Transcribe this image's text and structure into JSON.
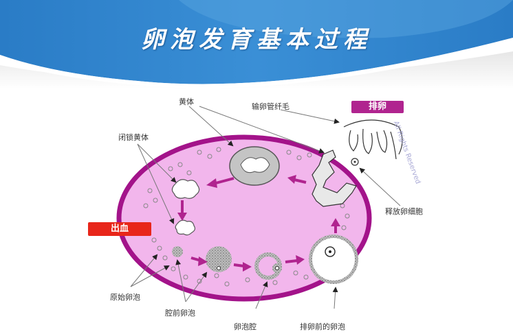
{
  "header": {
    "title": "卵泡发育基本过程"
  },
  "diagram": {
    "labels": {
      "corpus_luteum": "黄体",
      "fimbriae": "输卵管纤毛",
      "ovulation": "排卵",
      "atretic_corpus": "闭锁黄体",
      "bleeding": "出血",
      "released_oocyte": "释放卵细胞",
      "primordial_follicle": "原始卵泡",
      "preantral_follicle": "腔前卵泡",
      "follicular_antrum": "卵泡腔",
      "preovulatory_follicle": "排卵前的卵泡"
    },
    "watermark": "All Rights Reserved",
    "colors": {
      "ovary_fill": "#f2b6ec",
      "ovary_border": "#a3138a",
      "arrow": "#b0248f",
      "bleeding_tag": "#e8261a",
      "ovulation_tag": "#b0248f",
      "banner_blue": "#2f86cf"
    }
  }
}
